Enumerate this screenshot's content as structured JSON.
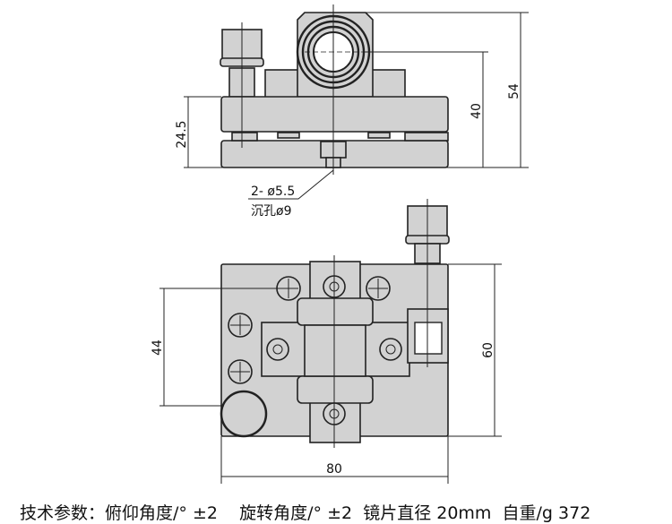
{
  "top_view": {
    "dim_height_base": "24.5",
    "dim_center_height": "40",
    "dim_total_height": "54",
    "hole_note_line1": "2- ø5.5",
    "hole_note_line2": "沉孔ø9"
  },
  "plan_view": {
    "dim_hole_spacing": "44",
    "dim_depth": "60",
    "dim_width": "80"
  },
  "specs": {
    "label": "技术参数：",
    "tilt": "俯仰角度/° ±2",
    "rotation": "旋转角度/° ±2",
    "mirror": "镜片直径 20mm",
    "weight": "自重/g 372"
  }
}
